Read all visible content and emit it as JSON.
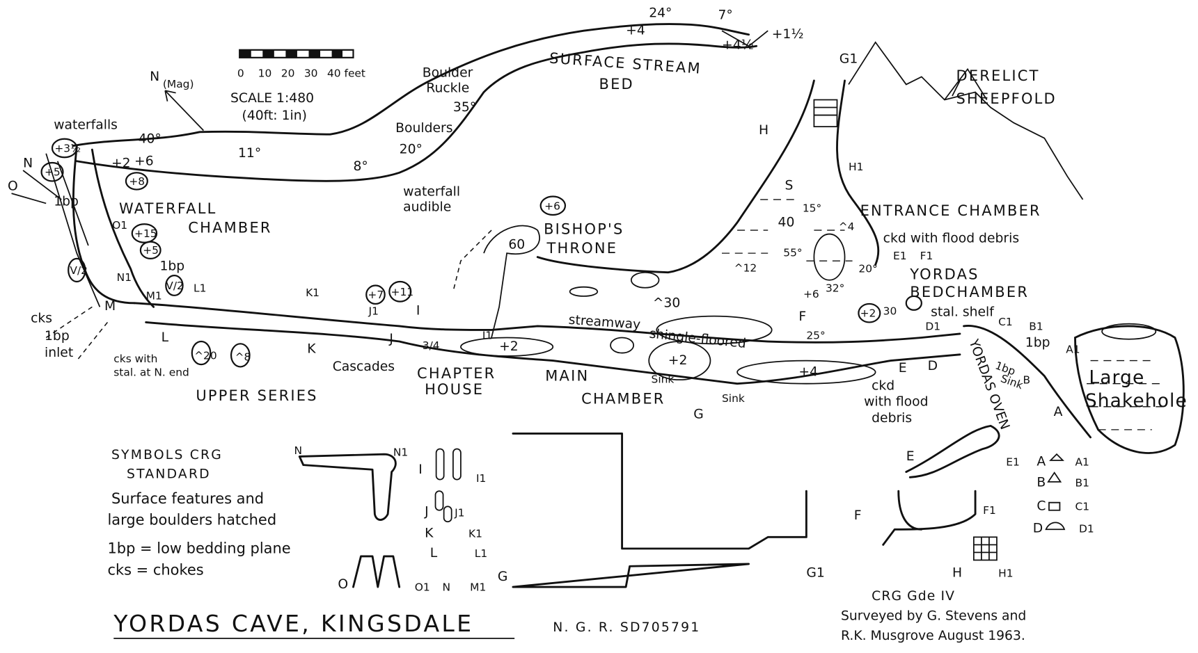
{
  "title": "YORDAS CAVE, KINGSDALE",
  "ngr": "N. G. R. SD705791",
  "grade": "CRG Gde IV",
  "surveyed": [
    "Surveyed by G. Stevens and",
    "R.K. Musgrove August 1963."
  ],
  "scale": {
    "ticks": [
      "0",
      "10",
      "20",
      "30",
      "40 feet"
    ],
    "ratio": "SCALE 1:480",
    "note": "(40ft: 1in)"
  },
  "north": {
    "n": "N",
    "mag": "(Mag)"
  },
  "legend": {
    "heading": [
      "SYMBOLS CRG",
      "STANDARD"
    ],
    "lines": [
      "Surface features and",
      "large boulders hatched",
      "1bp = low bedding plane",
      "cks = chokes"
    ]
  },
  "surface": {
    "angles": [
      "24°",
      "7°",
      "35°",
      "20°",
      "8°",
      "11°",
      "40°"
    ],
    "heights": [
      "+4",
      "+4½",
      "+1½"
    ],
    "stream": [
      "SURFACE STREAM",
      "BED"
    ],
    "boulder_ruckle": [
      "Boulder",
      "Ruckle"
    ],
    "boulders": "Boulders",
    "waterfall_audible": [
      "waterfall",
      "audible"
    ],
    "waterfalls": "waterfalls",
    "sheepfold": [
      "DERELICT",
      "SHEEPFOLD"
    ]
  },
  "areas": {
    "waterfall_chamber": [
      "WATERFALL",
      "CHAMBER"
    ],
    "upper_series": "UPPER SERIES",
    "chapter_house": [
      "CHAPTER",
      "HOUSE"
    ],
    "main_chamber": [
      "MAIN",
      "CHAMBER"
    ],
    "entrance_chamber": "ENTRANCE CHAMBER",
    "bishops_throne": [
      "BISHOP'S",
      "THRONE"
    ],
    "yordas_bedchamber": [
      "YORDAS",
      "BEDCHAMBER"
    ],
    "yordas_oven": "YORDAS OVEN",
    "large_shakehole": [
      "Large",
      "Shakehole"
    ]
  },
  "notes": {
    "cks": "cks",
    "bp": "1bp",
    "inlet": "inlet",
    "cks_with_stal": [
      "cks with",
      "stal. at N. end"
    ],
    "cascades": "Cascades",
    "streamway": "streamway",
    "shingle_floored": "shingle-floored",
    "sink": "Sink",
    "ckd_flood": [
      "ckd",
      "with flood",
      "debris"
    ],
    "ckd_flood_top": "ckd with flood debris",
    "stal_shelf": "stal. shelf"
  },
  "spot_heights": [
    "+3½",
    "+5",
    "+8",
    "+15",
    "+5",
    "V/2",
    "V/2",
    "+7",
    "+11",
    "+6",
    "+2",
    "+6",
    "+2",
    "+2",
    "+4",
    "+6",
    "+2"
  ],
  "misc_values": [
    "^20",
    "^8",
    "^30",
    "60",
    "3/4",
    "32°",
    "20°",
    "25°",
    "30",
    "S",
    "15°",
    "40",
    "^4",
    "55°",
    "^12"
  ],
  "section_markers": [
    "N",
    "O",
    "O1",
    "N1",
    "M1",
    "L1",
    "M",
    "L",
    "K1",
    "K",
    "J1",
    "J",
    "I",
    "I1",
    "G",
    "G1",
    "H",
    "H1",
    "F",
    "E1",
    "F1",
    "E",
    "D",
    "D1",
    "C1",
    "B1",
    "B",
    "A1",
    "A"
  ],
  "sections": {
    "labels": [
      "N",
      "N1",
      "I",
      "I1",
      "J",
      "J1",
      "K",
      "K1",
      "L",
      "L1",
      "O",
      "O1",
      "N",
      "M1",
      "G",
      "G1",
      "E",
      "F",
      "F1",
      "E1",
      "A",
      "A1",
      "B",
      "B1",
      "C",
      "C1",
      "D",
      "D1",
      "H",
      "H1"
    ]
  }
}
